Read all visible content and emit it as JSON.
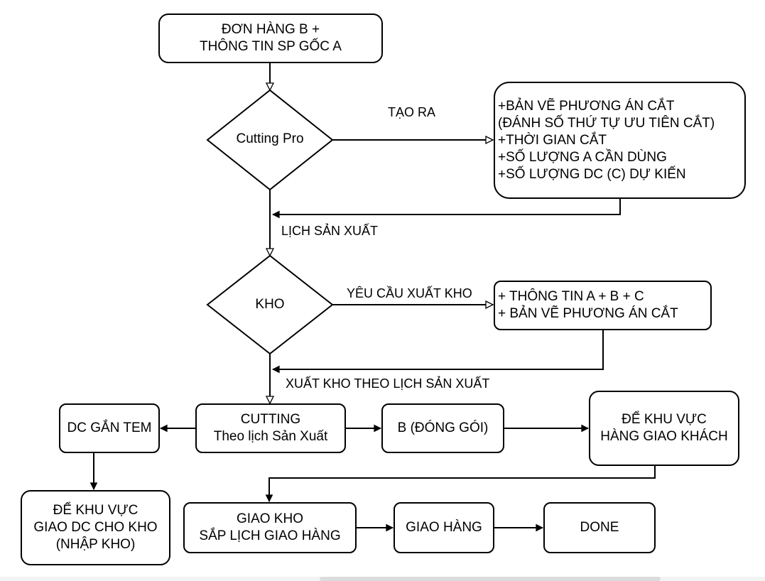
{
  "nodes": {
    "order": [
      "ĐƠN HÀNG B +",
      "THÔNG TIN SP GỐC A"
    ],
    "cutting_pro": "Cutting Pro",
    "cutting_plan_outputs": [
      "+BẢN VẼ PHƯƠNG ÁN CẮT",
      "(ĐÁNH SỐ THỨ TỰ ƯU TIÊN CẮT)",
      "+THỜI GIAN CẮT",
      "+SỐ LƯỢNG A CẦN DÙNG",
      "+SỐ LƯỢNG DC (C) DỰ KIẾN"
    ],
    "warehouse": "KHO",
    "warehouse_info": [
      "+ THÔNG TIN A + B + C",
      "+ BẢN VẼ PHƯƠNG ÁN CẮT"
    ],
    "cutting": [
      "CUTTING",
      "Theo lịch Sản Xuất"
    ],
    "dc_label": "DC GẮN TEM",
    "dc_area": [
      "ĐỂ KHU VỰC",
      "GIAO DC CHO KHO",
      "(NHẬP KHO)"
    ],
    "packing": "B (ĐÓNG GÓI)",
    "customer_area": [
      "ĐỂ KHU VỰC",
      "HÀNG GIAO KHÁCH"
    ],
    "delivery_schedule": [
      "GIAO KHO",
      "SẮP LỊCH GIAO HÀNG"
    ],
    "delivery": "GIAO HÀNG",
    "done": "DONE"
  },
  "edge_labels": {
    "creates": "TẠO RA",
    "production_schedule": "LỊCH SẢN XUẤT",
    "export_request": "YÊU CẦU XUẤT KHO",
    "export_by_schedule": "XUẤT KHO THEO LỊCH SẢN XUẤT"
  }
}
